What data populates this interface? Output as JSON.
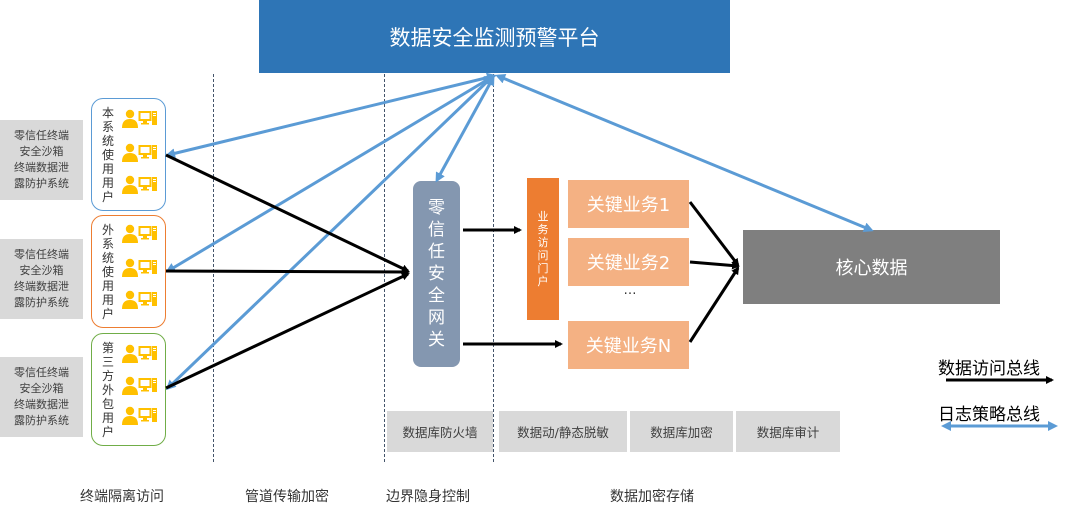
{
  "header": {
    "title": "数据安全监测预警平台",
    "color": "#2e75b6"
  },
  "terminal_protection": [
    {
      "lines": [
        "零信任终端",
        "安全沙箱",
        "终端数据泄",
        "露防护系统"
      ]
    },
    {
      "lines": [
        "零信任终端",
        "安全沙箱",
        "终端数据泄",
        "露防护系统"
      ]
    },
    {
      "lines": [
        "零信任终端",
        "安全沙箱",
        "终端数据泄",
        "露防护系统"
      ]
    }
  ],
  "user_groups": [
    {
      "label": "本系统使用用户",
      "border_color": "#5b9bd5",
      "icon": "user-computer-icon",
      "icon_count": 3
    },
    {
      "label": "外系统使用用户",
      "border_color": "#ed7d31",
      "icon": "user-computer-icon",
      "icon_count": 3
    },
    {
      "label": "第三方外包用户",
      "border_color": "#70ad47",
      "icon": "user-computer-icon",
      "icon_count": 3
    }
  ],
  "gateway": {
    "label": "零信任安全网关",
    "color": "#8497b0"
  },
  "portal": {
    "label": "业务访问门户",
    "color": "#ed7d31"
  },
  "business": {
    "items": [
      "关键业务1",
      "关键业务2",
      "关键业务N"
    ],
    "ellipsis": "…",
    "color": "#f4b183"
  },
  "core_data": {
    "label": "核心数据",
    "color": "#7f7f7f"
  },
  "db_security": [
    "数据库防火墙",
    "数据动/静态脱敏",
    "数据库加密",
    "数据库审计"
  ],
  "layers": [
    "终端隔离访问",
    "管道传输加密",
    "边界隐身控制",
    "数据加密存储"
  ],
  "legend": {
    "data_access": {
      "label": "数据访问总线",
      "color": "#000000"
    },
    "log_policy": {
      "label": "日志策略总线",
      "color": "#5b9bd5"
    }
  },
  "icon_color": "#ffc000"
}
